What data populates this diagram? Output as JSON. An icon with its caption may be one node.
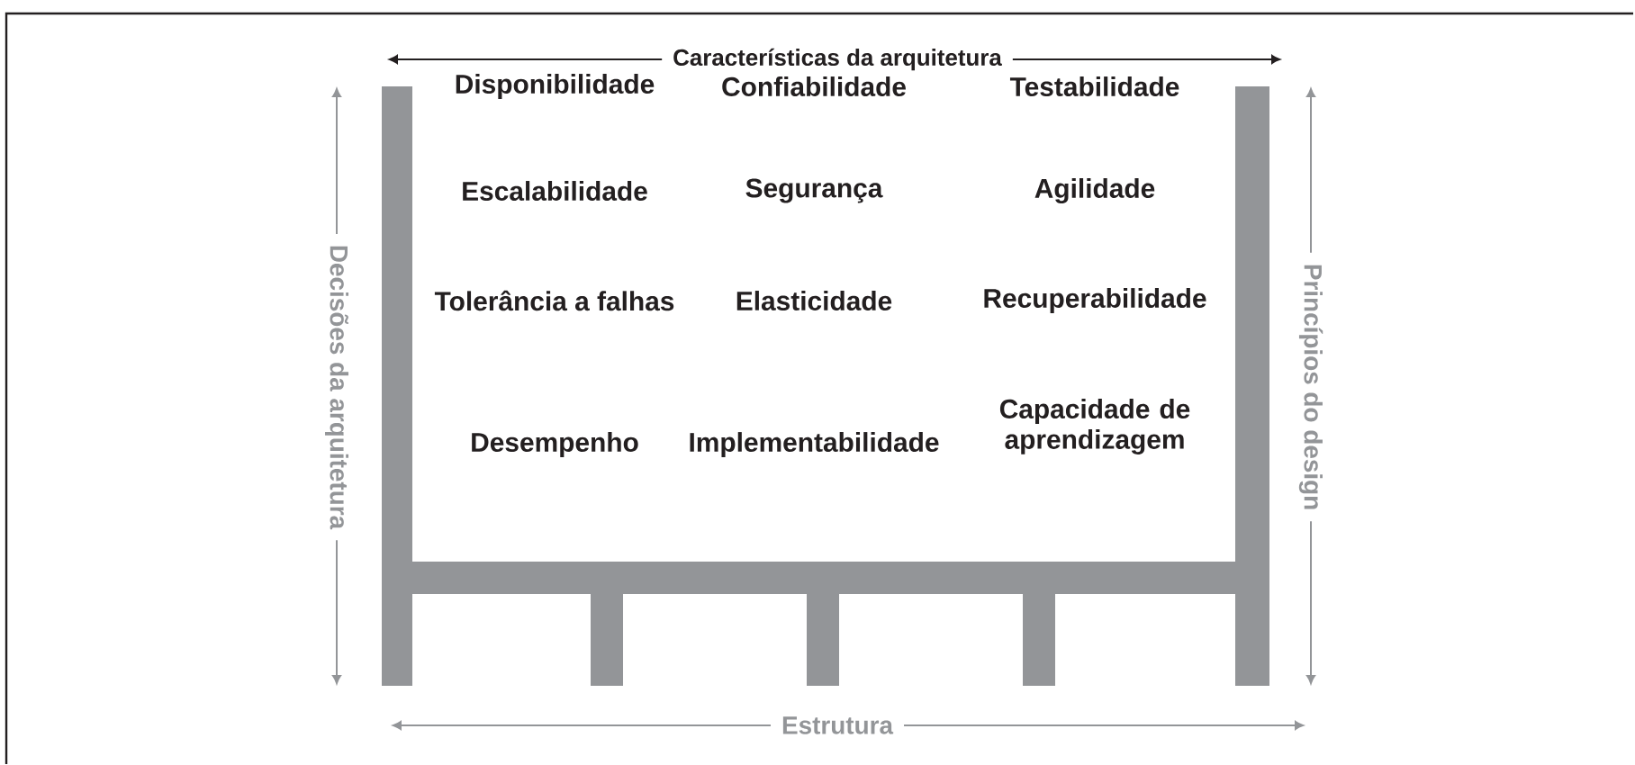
{
  "diagram": {
    "labels": [
      "Características da arquitetura",
      "Disponibilidade",
      "Confiabilidade",
      "Testabilidade",
      "Escalabilidade",
      "Segurança",
      "Agilidade",
      "Tolerância a falhas",
      "Elasticidade",
      "Recuperabilidade",
      "Desempenho",
      "Implementabilidade",
      "Capacidade de aprendizagem",
      "Decisões da arquitetura",
      "Princípios do design",
      "Estrutura"
    ]
  }
}
